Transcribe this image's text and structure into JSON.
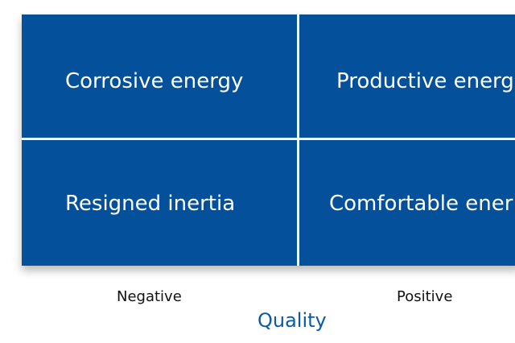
{
  "matrix": {
    "top_left": "Corrosive energy",
    "top_right": "Productive energ",
    "bottom_left": "Resigned inertia",
    "bottom_right": "Comfortable ener"
  },
  "x_axis": {
    "left_label": "Negative",
    "right_label": "Positive",
    "title": "Quality"
  },
  "colors": {
    "cell_fill": "#05509a",
    "divider": "#ffffff",
    "axis_title": "#0a5aa8"
  }
}
